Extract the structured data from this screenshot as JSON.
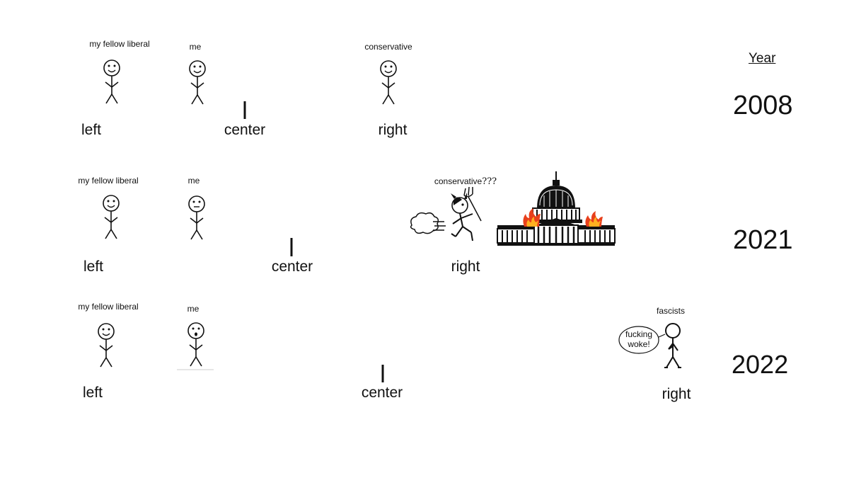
{
  "year_header": "Year",
  "panels": [
    {
      "year": "2008",
      "axis": {
        "left": "left",
        "center": "center",
        "right": "right"
      },
      "figures": [
        {
          "label": "my fellow liberal",
          "face": "smile"
        },
        {
          "label": "me",
          "face": "smile"
        },
        {
          "label": "conservative",
          "face": "smile"
        }
      ]
    },
    {
      "year": "2021",
      "axis": {
        "left": "left",
        "center": "center",
        "right": "right"
      },
      "figures": [
        {
          "label": "my fellow liberal",
          "face": "smile"
        },
        {
          "label": "me",
          "face": "neutral"
        },
        {
          "label": "conservative",
          "suffix": "???",
          "face": "devil-running"
        }
      ]
    },
    {
      "year": "2022",
      "axis": {
        "left": "left",
        "center": "center",
        "right": "right"
      },
      "figures": [
        {
          "label": "my fellow liberal",
          "face": "smile"
        },
        {
          "label": "me",
          "face": "shocked"
        },
        {
          "label": "fascists",
          "face": "blank"
        }
      ],
      "speech_bubble": [
        "fucking",
        "woke!"
      ]
    }
  ],
  "colors": {
    "left_line": "#4a78c2",
    "center_line": "#4b2a5a",
    "right_line": "#d23a3a"
  }
}
